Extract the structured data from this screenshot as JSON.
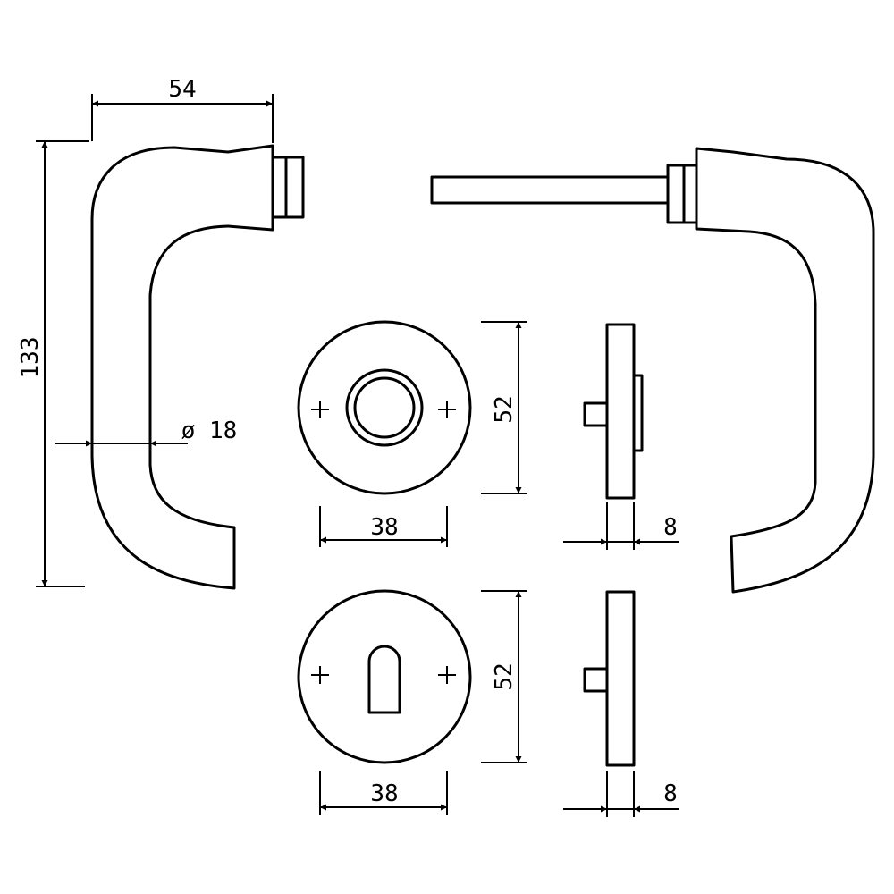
{
  "dimensions": {
    "handle_width": "54",
    "handle_height": "133",
    "handle_diameter": "ø 18",
    "rose_diameter": "52",
    "rose_inner_width": "38",
    "rose_thickness": "8",
    "escutcheon_diameter": "52",
    "escutcheon_inner_width": "38",
    "escutcheon_thickness": "8"
  },
  "colors": {
    "line": "#000000",
    "background": "#ffffff"
  }
}
